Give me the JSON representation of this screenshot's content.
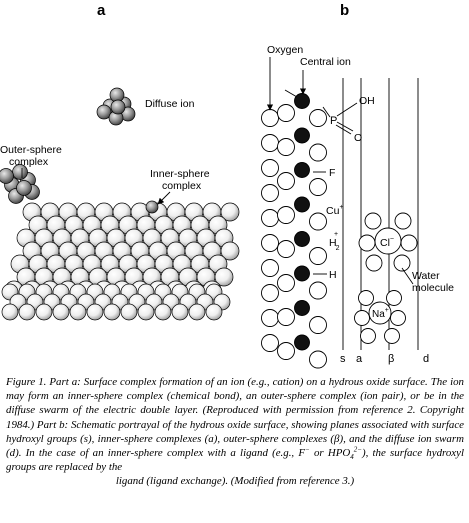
{
  "panel_a": {
    "letter": "a",
    "labels": {
      "diffuse_ion": "Diffuse ion",
      "outer_sphere_1": "Outer-sphere",
      "outer_sphere_2": "complex",
      "inner_sphere_1": "Inner-sphere",
      "inner_sphere_2": "complex"
    }
  },
  "panel_b": {
    "letter": "b",
    "labels": {
      "oxygen": "Oxygen",
      "central_ion": "Central ion",
      "oh": "OH",
      "p": "P",
      "o": "O",
      "f": "F",
      "cu": "Cu",
      "cu_charge": "+",
      "h2": "H",
      "h2_sub": "2",
      "h2_charge": "+",
      "cl": "Cl",
      "cl_charge": "−",
      "h": "H",
      "water_1": "Water",
      "water_2": "molecule",
      "na": "Na",
      "na_charge": "+",
      "plane_s": "s",
      "plane_a": "a",
      "plane_beta": "β",
      "plane_d": "d"
    }
  },
  "caption": {
    "p1": "Figure 1. Part a: Surface complex formation of an ion (e.g., cation) on a hydrous oxide surface. The ion may form an inner-sphere complex (chemical bond), an outer-sphere complex (ion pair), or be in the diffuse swarm of the electric double layer. (Reproduced with permission from reference 2. Copyright 1984.) Part b: Schematic portrayal of the hydrous oxide surface, showing planes associated with surface hydroxyl groups (s), inner-sphere complexes (a), outer-sphere complexes (β), and the diffuse ion swarm (d). In the case of an inner-sphere complex with a ligand (e.g., F",
    "f_sup": "−",
    "p2": " or HPO",
    "hpo_sub": "4",
    "hpo_sup": "2−",
    "p3": "), the surface hydroxyl groups are replaced by the",
    "p4": "ligand (ligand exchange). (Modified from reference 3.)"
  }
}
